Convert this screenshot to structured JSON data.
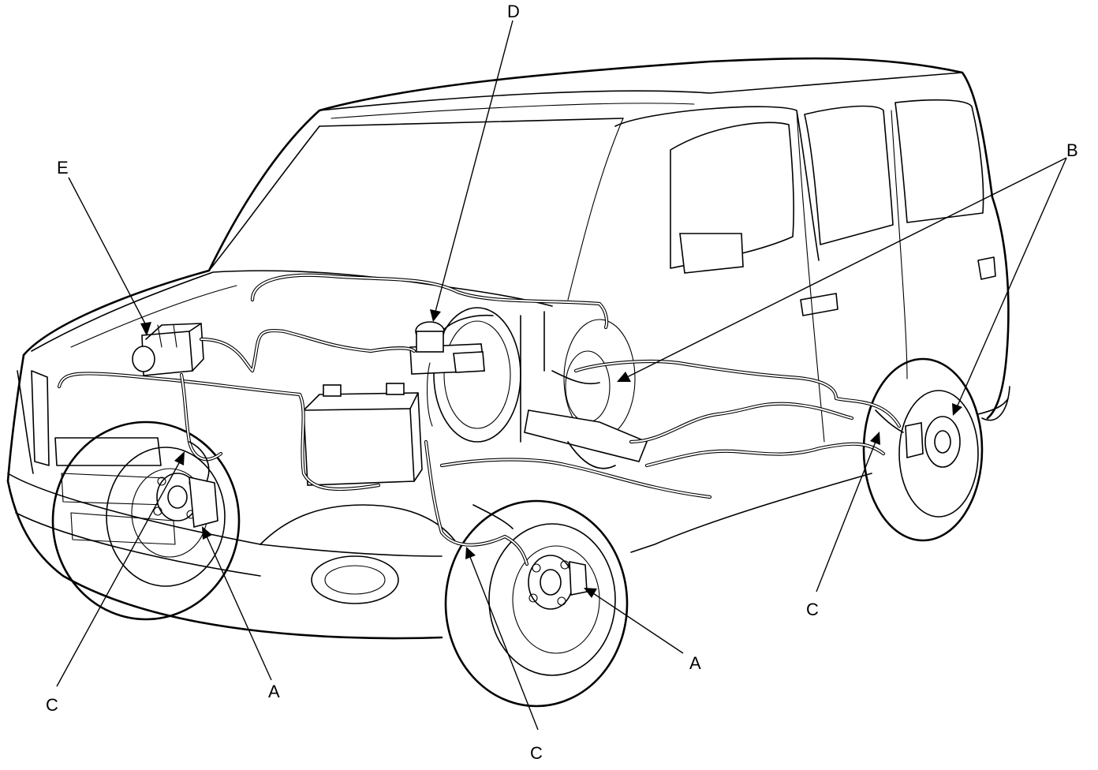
{
  "callouts": {
    "a_front_left": "A",
    "a_front_right": "A",
    "b": "B",
    "c_front_left": "C",
    "c_front_right": "C",
    "c_rear": "C",
    "d": "D",
    "e": "E"
  }
}
